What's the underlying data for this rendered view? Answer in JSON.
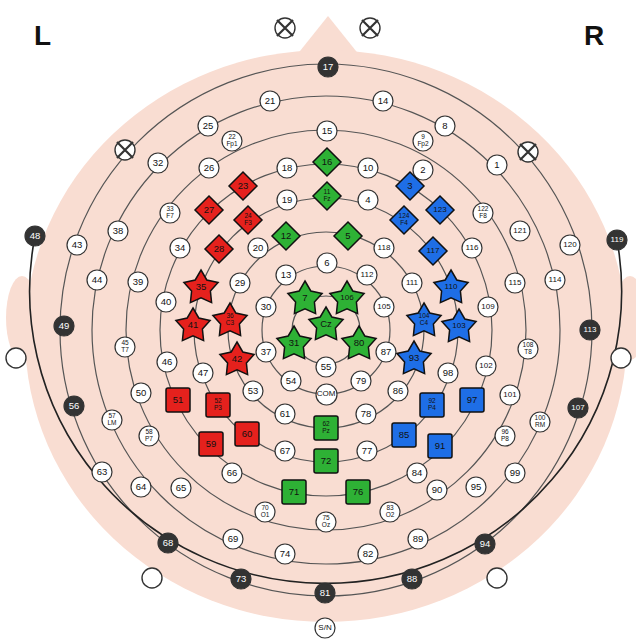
{
  "diagram": {
    "nodes": [
      {
        "text": [
          "17"
        ]
      },
      {
        "text": [
          "21"
        ]
      },
      {
        "text": [
          "14"
        ]
      },
      {
        "text": [
          "25"
        ]
      },
      {
        "text": [
          "8"
        ]
      },
      {
        "text": [
          "15"
        ]
      },
      {
        "text": [
          "22",
          "Fp1"
        ]
      },
      {
        "text": [
          "9",
          "Fp2"
        ]
      },
      {
        "text": [
          "32"
        ]
      },
      {
        "text": [
          "26"
        ]
      },
      {
        "text": [
          "18"
        ]
      },
      {
        "text": [
          "16"
        ]
      },
      {
        "text": [
          "10"
        ]
      },
      {
        "text": [
          "2"
        ]
      },
      {
        "text": [
          "1"
        ]
      },
      {
        "text": [
          "23"
        ]
      },
      {
        "text": [
          "3"
        ]
      },
      {
        "text": [
          "19"
        ]
      },
      {
        "text": [
          "11",
          "Fz"
        ]
      },
      {
        "text": [
          "4"
        ]
      },
      {
        "text": [
          "33",
          "F7"
        ]
      },
      {
        "text": [
          "27"
        ]
      },
      {
        "text": [
          "24",
          "F3"
        ]
      },
      {
        "text": [
          "124",
          "F4"
        ]
      },
      {
        "text": [
          "123"
        ]
      },
      {
        "text": [
          "122",
          "F8"
        ]
      },
      {
        "text": [
          "38"
        ]
      },
      {
        "text": [
          "43"
        ]
      },
      {
        "text": [
          "48"
        ]
      },
      {
        "text": [
          "121"
        ]
      },
      {
        "text": [
          "120"
        ]
      },
      {
        "text": [
          "119"
        ]
      },
      {
        "text": [
          "12"
        ]
      },
      {
        "text": [
          "5"
        ]
      },
      {
        "text": [
          "34"
        ]
      },
      {
        "text": [
          "28"
        ]
      },
      {
        "text": [
          "20"
        ]
      },
      {
        "text": [
          "118"
        ]
      },
      {
        "text": [
          "117"
        ]
      },
      {
        "text": [
          "116"
        ]
      },
      {
        "text": [
          "6"
        ]
      },
      {
        "text": [
          "13"
        ]
      },
      {
        "text": [
          "112"
        ]
      },
      {
        "text": [
          "44"
        ]
      },
      {
        "text": [
          "39"
        ]
      },
      {
        "text": [
          "35"
        ]
      },
      {
        "text": [
          "29"
        ]
      },
      {
        "text": [
          "111"
        ]
      },
      {
        "text": [
          "110"
        ]
      },
      {
        "text": [
          "115"
        ]
      },
      {
        "text": [
          "114"
        ]
      },
      {
        "text": [
          "7"
        ]
      },
      {
        "text": [
          "106"
        ]
      },
      {
        "text": [
          "40"
        ]
      },
      {
        "text": [
          "30"
        ]
      },
      {
        "text": [
          "105"
        ]
      },
      {
        "text": [
          "109"
        ]
      },
      {
        "text": [
          "49"
        ]
      },
      {
        "text": [
          "41"
        ]
      },
      {
        "text": [
          "36",
          "C3"
        ]
      },
      {
        "text": [
          "Cz"
        ]
      },
      {
        "text": [
          "104",
          "C4"
        ]
      },
      {
        "text": [
          "103"
        ]
      },
      {
        "text": [
          "113"
        ]
      },
      {
        "text": [
          "31"
        ]
      },
      {
        "text": [
          "80"
        ]
      },
      {
        "text": [
          "45",
          "T7"
        ]
      },
      {
        "text": [
          "37"
        ]
      },
      {
        "text": [
          "87"
        ]
      },
      {
        "text": [
          "108",
          "T8"
        ]
      },
      {
        "text": [
          "42"
        ]
      },
      {
        "text": [
          "93"
        ]
      },
      {
        "text": [
          "46"
        ]
      },
      {
        "text": [
          "55"
        ]
      },
      {
        "text": [
          "102"
        ]
      },
      {
        "text": [
          "47"
        ]
      },
      {
        "text": [
          "98"
        ]
      },
      {
        "text": [
          "54"
        ]
      },
      {
        "text": [
          "COM"
        ]
      },
      {
        "text": [
          "79"
        ]
      },
      {
        "text": [
          "50"
        ]
      },
      {
        "text": [
          "53"
        ]
      },
      {
        "text": [
          "86"
        ]
      },
      {
        "text": [
          "101"
        ]
      },
      {
        "text": [
          "56"
        ]
      },
      {
        "text": [
          "51"
        ]
      },
      {
        "text": [
          "52",
          "P3"
        ]
      },
      {
        "text": [
          "92",
          "P4"
        ]
      },
      {
        "text": [
          "97"
        ]
      },
      {
        "text": [
          "107"
        ]
      },
      {
        "text": [
          "61"
        ]
      },
      {
        "text": [
          "78"
        ]
      },
      {
        "text": [
          "57",
          "LM"
        ]
      },
      {
        "text": [
          "100",
          "RM"
        ]
      },
      {
        "text": [
          "62",
          "Pz"
        ]
      },
      {
        "text": [
          "58",
          "P7"
        ]
      },
      {
        "text": [
          "60"
        ]
      },
      {
        "text": [
          "85"
        ]
      },
      {
        "text": [
          "96",
          "P8"
        ]
      },
      {
        "text": [
          "59"
        ]
      },
      {
        "text": [
          "91"
        ]
      },
      {
        "text": [
          "67"
        ]
      },
      {
        "text": [
          "77"
        ]
      },
      {
        "text": [
          "72"
        ]
      },
      {
        "text": [
          "63"
        ]
      },
      {
        "text": [
          "66"
        ]
      },
      {
        "text": [
          "84"
        ]
      },
      {
        "text": [
          "99"
        ]
      },
      {
        "text": [
          "64"
        ]
      },
      {
        "text": [
          "65"
        ]
      },
      {
        "text": [
          "90"
        ]
      },
      {
        "text": [
          "95"
        ]
      },
      {
        "text": [
          "71"
        ]
      },
      {
        "text": [
          "76"
        ]
      },
      {
        "text": [
          "70",
          "O1"
        ]
      },
      {
        "text": [
          "75",
          "Oz"
        ]
      },
      {
        "text": [
          "83",
          "O2"
        ]
      },
      {
        "text": [
          "69"
        ]
      },
      {
        "text": [
          "89"
        ]
      },
      {
        "text": [
          "68"
        ]
      },
      {
        "text": [
          "94"
        ]
      },
      {
        "text": [
          "74"
        ]
      },
      {
        "text": [
          "82"
        ]
      },
      {
        "text": [
          "73"
        ]
      },
      {
        "text": [
          "88"
        ]
      },
      {
        "text": [
          "81"
        ]
      },
      {
        "text": [
          "S/N"
        ]
      }
    ],
    "labels": [
      "L",
      "R"
    ]
  }
}
